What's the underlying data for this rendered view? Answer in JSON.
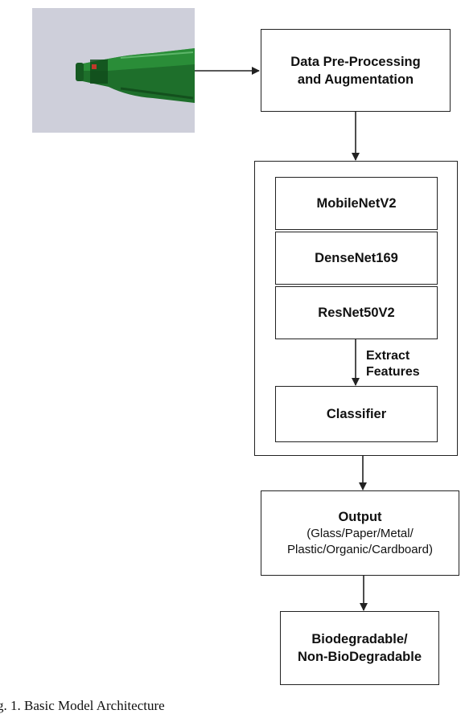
{
  "diagram": {
    "preprocess_label_line1": "Data Pre-Processing",
    "preprocess_label_line2": "and Augmentation",
    "models": [
      "MobileNetV2",
      "DenseNet169",
      "ResNet50V2"
    ],
    "extract_label_line1": "Extract",
    "extract_label_line2": "Features",
    "classifier_label": "Classifier",
    "output_title": "Output",
    "output_line1": "(Glass/Paper/Metal/",
    "output_line2": "Plastic/Organic/Cardboard)",
    "final_line1": "Biodegradable/",
    "final_line2": "Non-BioDegradable"
  },
  "caption": "g. 1.   Basic Model Architecture",
  "colors": {
    "line": "#222222",
    "bottle": "#1f7a2e",
    "photo_bg": "#c9cad6"
  }
}
